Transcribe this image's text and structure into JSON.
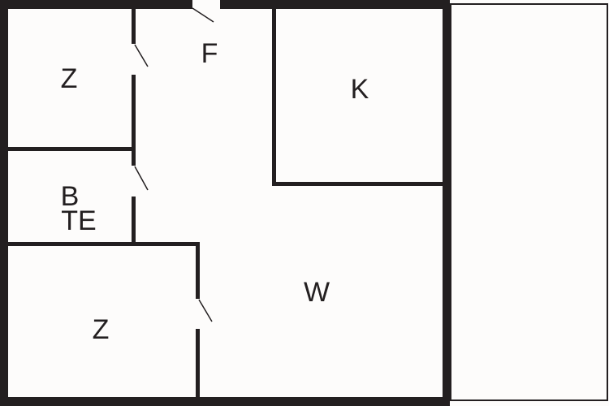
{
  "colors": {
    "wall": "#231f20",
    "background": "#fdfcfb"
  },
  "rooms": {
    "bedroom_top": "Z",
    "hallway": "F",
    "kitchen": "K",
    "bathroom_b": "B",
    "bathroom_te": "TE",
    "living": "W",
    "bedroom_bottom": "Z"
  }
}
